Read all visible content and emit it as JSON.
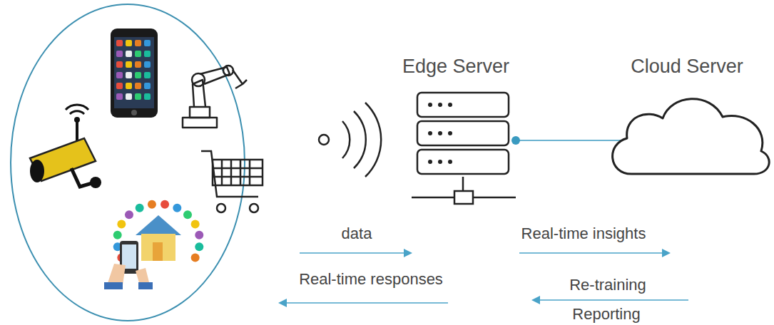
{
  "diagram": {
    "nodes": [
      {
        "text": [
          "Edge Server"
        ]
      },
      {
        "text": [
          "Cloud Server"
        ]
      }
    ],
    "edges": [
      {
        "from": 0,
        "to": 1,
        "arrow": "none"
      }
    ],
    "labels": [
      "data",
      "Real-time responses",
      "Real-time insights",
      "Re-training",
      "Reporting"
    ]
  }
}
